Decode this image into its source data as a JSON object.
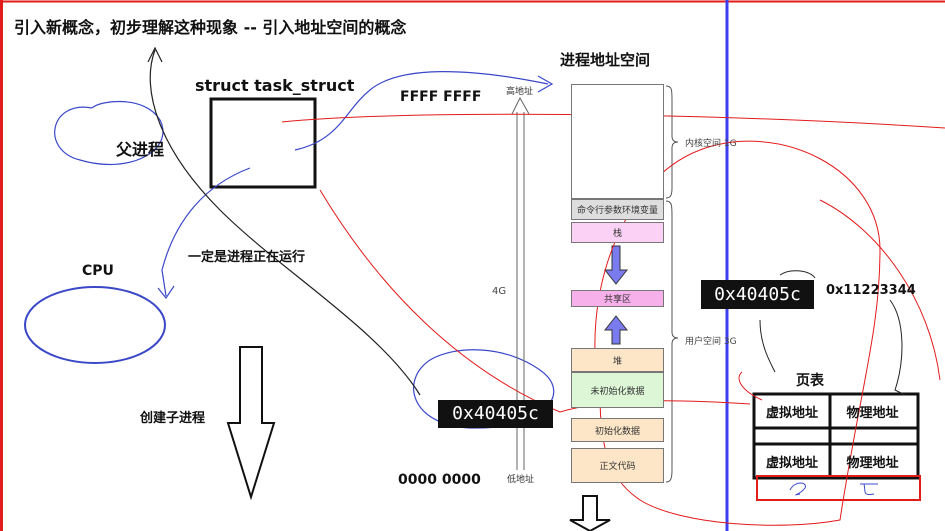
{
  "title": "引入新概念，初步理解这种现象 -- 引入地址空间的概念",
  "left": {
    "task_struct_label": "struct task_struct",
    "parent_label": "父进程",
    "cpu_label": "CPU",
    "running_label": "一定是进程正在运行",
    "create_child_label": "创建子进程"
  },
  "address_space": {
    "title": "进程地址空间",
    "high_addr_value": "FFFF FFFF",
    "low_addr_value": "0000 0000",
    "high_label": "高地址",
    "low_label": "低地址",
    "size_label": "4G",
    "kernel_label": "内核空间 1G",
    "user_label": "用户空间 3G",
    "segments": {
      "args_env": "命令行参数环境变量",
      "stack": "栈",
      "shared": "共享区",
      "heap": "堆",
      "bss": "未初始化数据",
      "data": "初始化数据",
      "text": "正文代码"
    }
  },
  "virtual_address_left": "0x40405c",
  "virtual_address_right": "0x40405c",
  "physical_address": "0x11223344",
  "page_table": {
    "title": "页表",
    "headers": [
      "虚拟地址",
      "物理地址"
    ],
    "row2": [
      "虚拟地址",
      "物理地址"
    ]
  },
  "colors": {
    "vertical_divider": "#3b3ff0",
    "red_annotation": "#e21b1b",
    "blue_annotation": "#3a48c8"
  }
}
